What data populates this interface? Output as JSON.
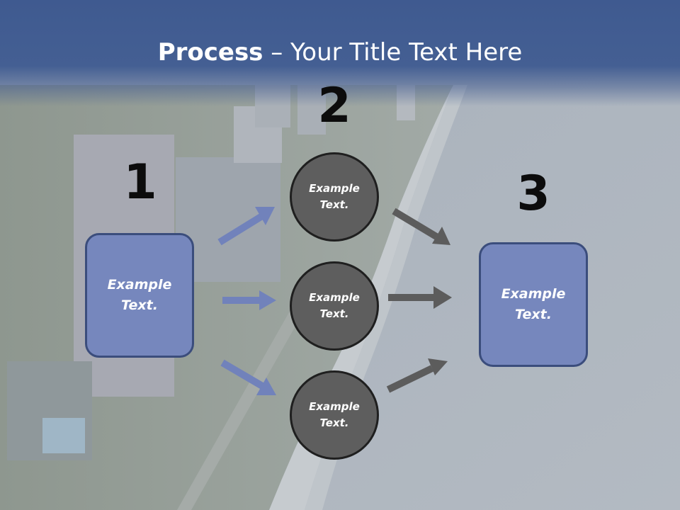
{
  "slide": {
    "title_bold": "Process",
    "title_rest": " – Your Title Text Here"
  },
  "steps": [
    {
      "number": "1"
    },
    {
      "number": "2"
    },
    {
      "number": "3"
    }
  ],
  "left_box": {
    "line1": "Example",
    "line2": "Text."
  },
  "circles": [
    {
      "line1": "Example",
      "line2": "Text."
    },
    {
      "line1": "Example",
      "line2": "Text."
    },
    {
      "line1": "Example",
      "line2": "Text."
    }
  ],
  "right_box": {
    "line1": "Example",
    "line2": "Text."
  },
  "colors": {
    "title_band": "#445f93",
    "box_fill": "#7687bd",
    "box_border": "#3b4d7c",
    "circle_fill": "#5e5e5e",
    "arrow_in": "#7182bb",
    "arrow_out": "#5c5c5c"
  }
}
